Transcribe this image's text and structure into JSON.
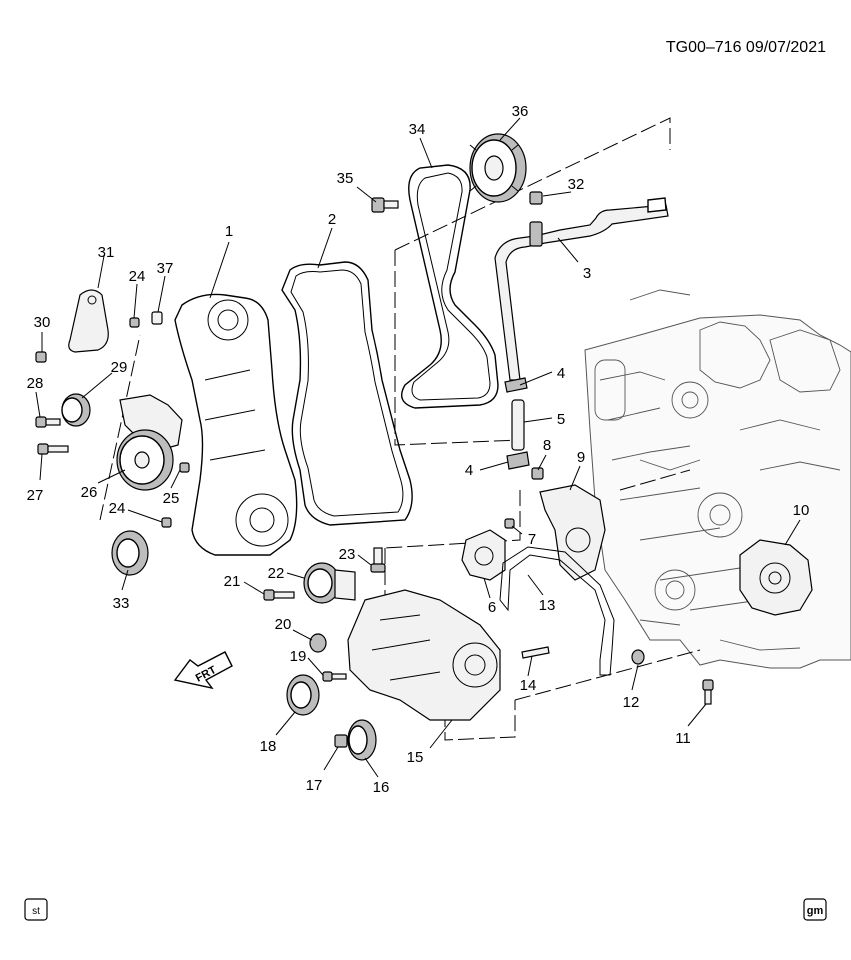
{
  "header": {
    "reference": "TG00–716  09/07/2021"
  },
  "orientation": {
    "label": "FRT"
  },
  "corner_badges": {
    "left": "st",
    "right": "gm"
  },
  "callouts": [
    {
      "id": "c1",
      "label": "1"
    },
    {
      "id": "c2",
      "label": "2"
    },
    {
      "id": "c3",
      "label": "3"
    },
    {
      "id": "c4a",
      "label": "4"
    },
    {
      "id": "c4b",
      "label": "4"
    },
    {
      "id": "c5",
      "label": "5"
    },
    {
      "id": "c6",
      "label": "6"
    },
    {
      "id": "c7",
      "label": "7"
    },
    {
      "id": "c8",
      "label": "8"
    },
    {
      "id": "c9",
      "label": "9"
    },
    {
      "id": "c10",
      "label": "10"
    },
    {
      "id": "c11",
      "label": "11"
    },
    {
      "id": "c12",
      "label": "12"
    },
    {
      "id": "c13",
      "label": "13"
    },
    {
      "id": "c14",
      "label": "14"
    },
    {
      "id": "c15",
      "label": "15"
    },
    {
      "id": "c16",
      "label": "16"
    },
    {
      "id": "c17",
      "label": "17"
    },
    {
      "id": "c18",
      "label": "18"
    },
    {
      "id": "c19",
      "label": "19"
    },
    {
      "id": "c20",
      "label": "20"
    },
    {
      "id": "c21",
      "label": "21"
    },
    {
      "id": "c22",
      "label": "22"
    },
    {
      "id": "c23",
      "label": "23"
    },
    {
      "id": "c24a",
      "label": "24"
    },
    {
      "id": "c24b",
      "label": "24"
    },
    {
      "id": "c25",
      "label": "25"
    },
    {
      "id": "c26",
      "label": "26"
    },
    {
      "id": "c27",
      "label": "27"
    },
    {
      "id": "c28",
      "label": "28"
    },
    {
      "id": "c29",
      "label": "29"
    },
    {
      "id": "c30",
      "label": "30"
    },
    {
      "id": "c31",
      "label": "31"
    },
    {
      "id": "c32",
      "label": "32"
    },
    {
      "id": "c33",
      "label": "33"
    },
    {
      "id": "c34",
      "label": "34"
    },
    {
      "id": "c35",
      "label": "35"
    },
    {
      "id": "c36",
      "label": "36"
    },
    {
      "id": "c37",
      "label": "37"
    }
  ]
}
